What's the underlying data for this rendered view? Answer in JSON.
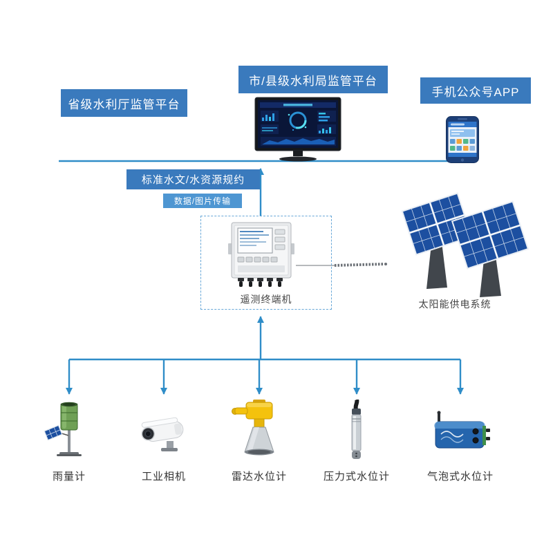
{
  "colors": {
    "node_blue": "#3a7abd",
    "light_blue": "#4e96d2",
    "line_blue": "#2f8dc8"
  },
  "platforms": {
    "provincial": {
      "label": "省级水利厅监管平台"
    },
    "city_county": {
      "label": "市/县级水利局监管平台"
    },
    "mobile_app": {
      "label": "手机公众号APP"
    }
  },
  "link_labels": {
    "protocol": {
      "label": "标准水文/水资源规约"
    },
    "transmission": {
      "label": "数据/图片传输"
    }
  },
  "terminal": {
    "label": "遥测终端机"
  },
  "solar": {
    "label": "太阳能供电系统"
  },
  "sensors": [
    {
      "label": "雨量计"
    },
    {
      "label": "工业相机"
    },
    {
      "label": "雷达水位计"
    },
    {
      "label": "压力式水位计"
    },
    {
      "label": "气泡式水位计"
    }
  ]
}
